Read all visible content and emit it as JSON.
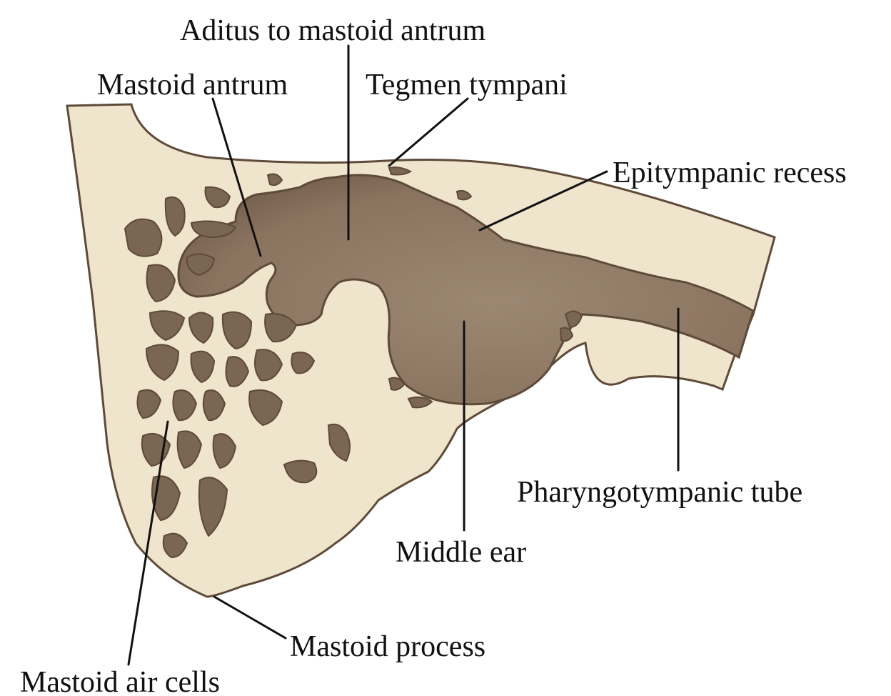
{
  "colors": {
    "bone": "#efe4cc",
    "outline": "#5e4a39",
    "cavity": "#8e7966",
    "cavity_dark": "#6e5a48",
    "cell": "#7b6654",
    "leader": "#111111"
  },
  "labels": {
    "aditus": "Aditus to mastoid antrum",
    "mastoid_antrum": "Mastoid antrum",
    "tegmen": "Tegmen tympani",
    "epitympanic": "Epitympanic recess",
    "pharyngotympanic": "Pharyngotympanic tube",
    "middle_ear": "Middle ear",
    "mastoid_process": "Mastoid process",
    "air_cells": "Mastoid air cells"
  }
}
